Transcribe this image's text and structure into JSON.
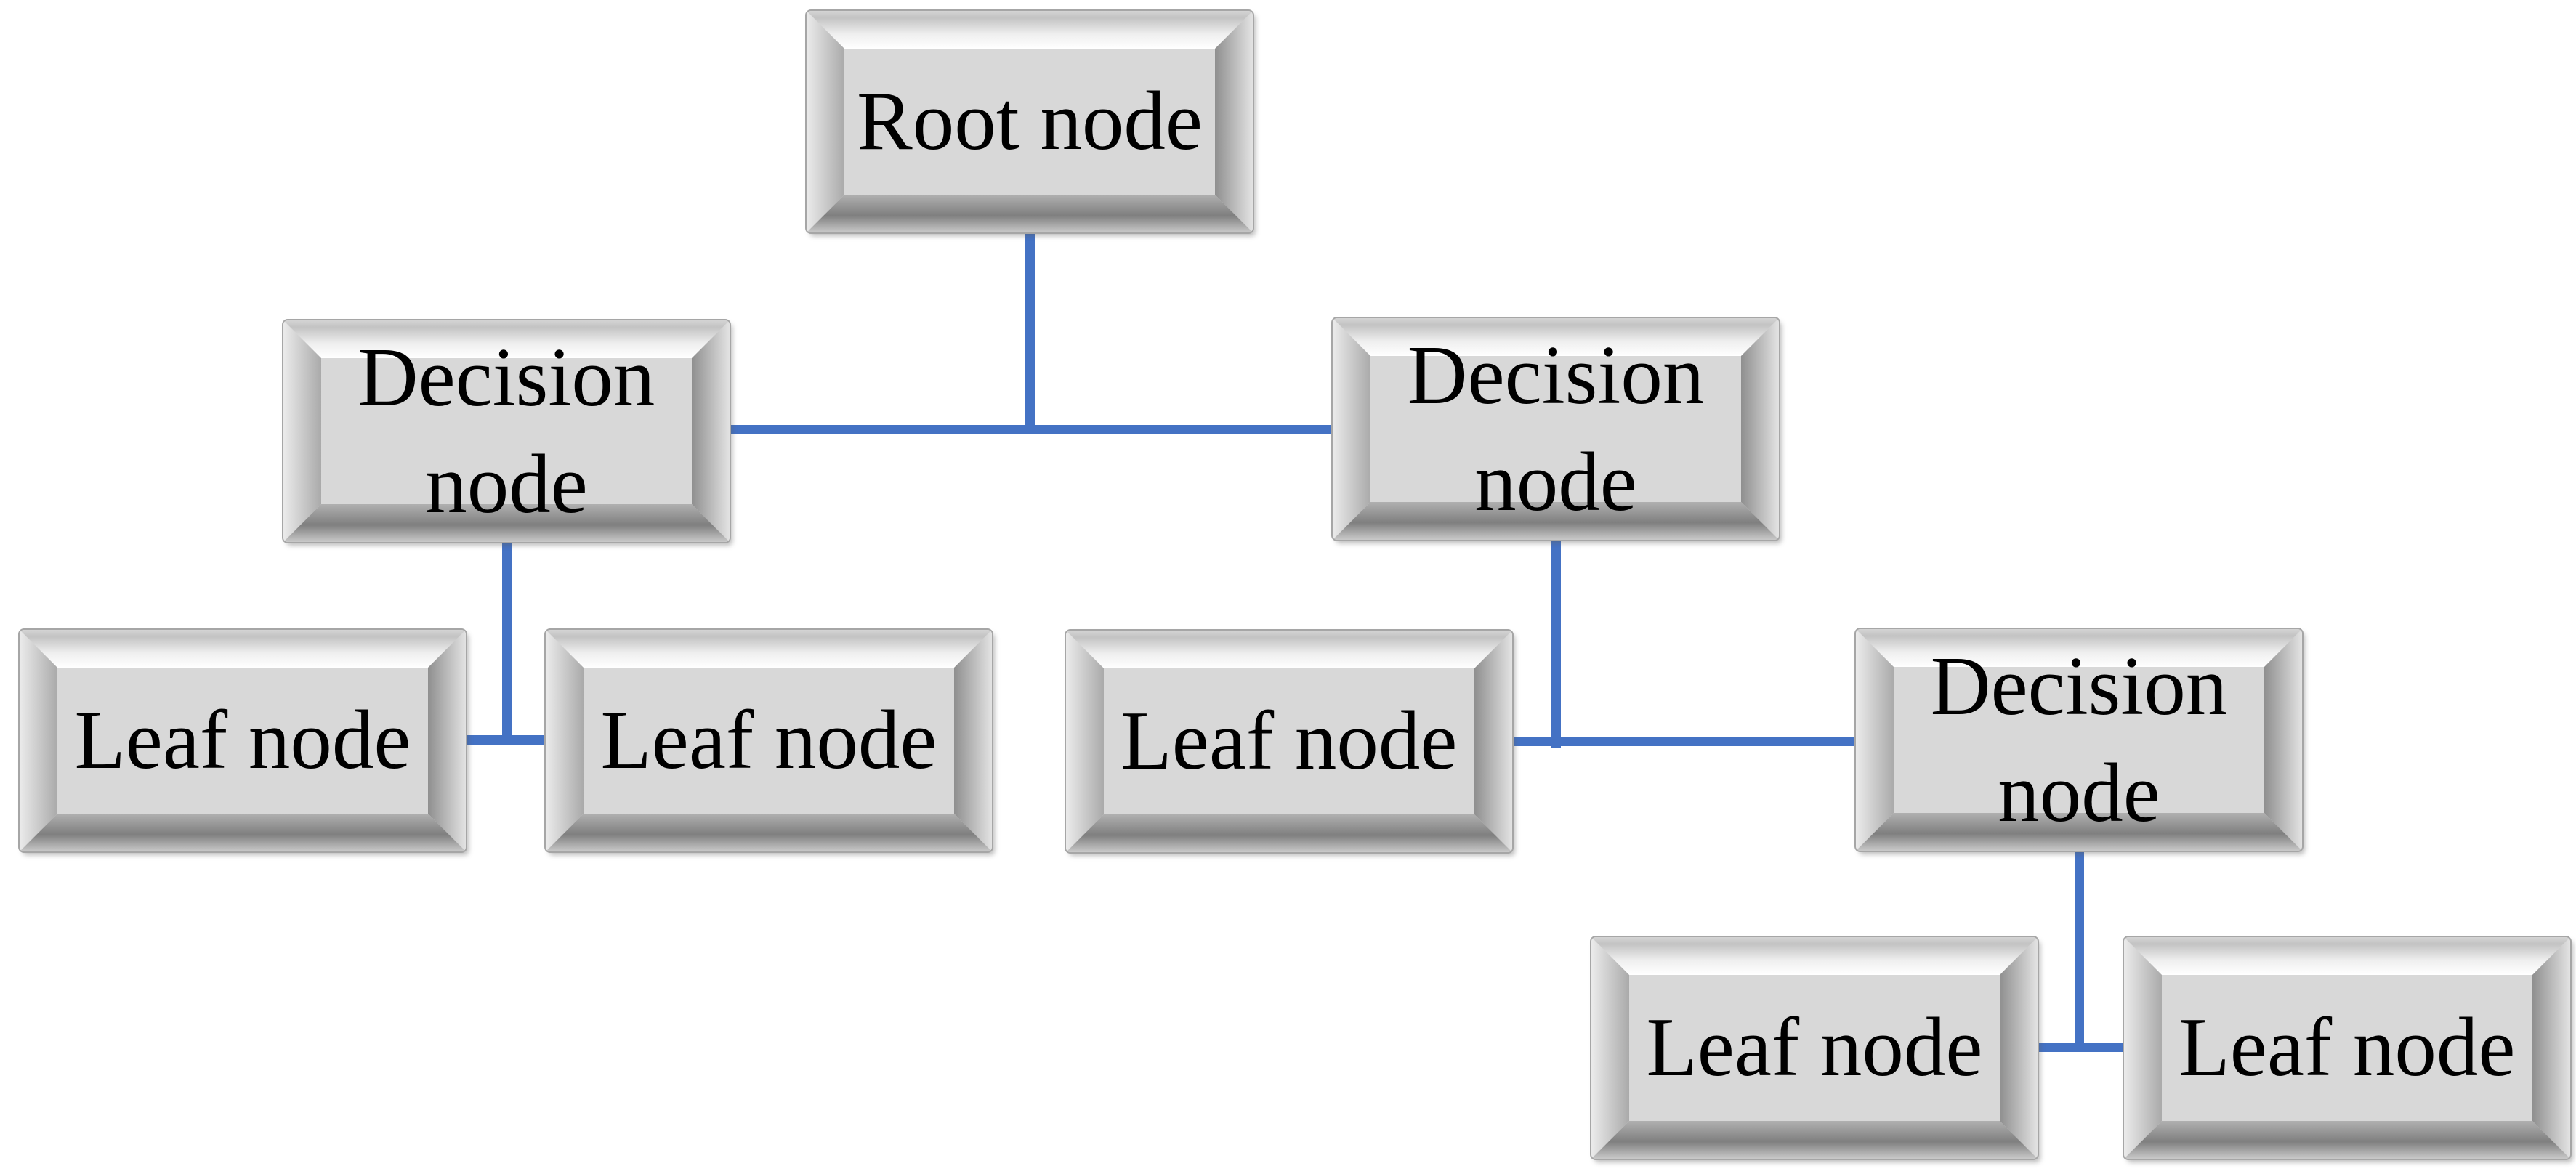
{
  "diagram": {
    "type": "decision-tree",
    "accent_color": "#4472C4",
    "box_face_color": "#d8d8d8",
    "text_color": "#000000",
    "nodes": [
      {
        "label": "Root node",
        "role": "root"
      },
      {
        "label": "Decision node",
        "role": "decision"
      },
      {
        "label": "Decision node",
        "role": "decision"
      },
      {
        "label": "Leaf node",
        "role": "leaf"
      },
      {
        "label": "Leaf node",
        "role": "leaf"
      },
      {
        "label": "Leaf node",
        "role": "leaf"
      },
      {
        "label": "Decision node",
        "role": "decision"
      },
      {
        "label": "Leaf node",
        "role": "leaf"
      },
      {
        "label": "Leaf node",
        "role": "leaf"
      }
    ]
  }
}
